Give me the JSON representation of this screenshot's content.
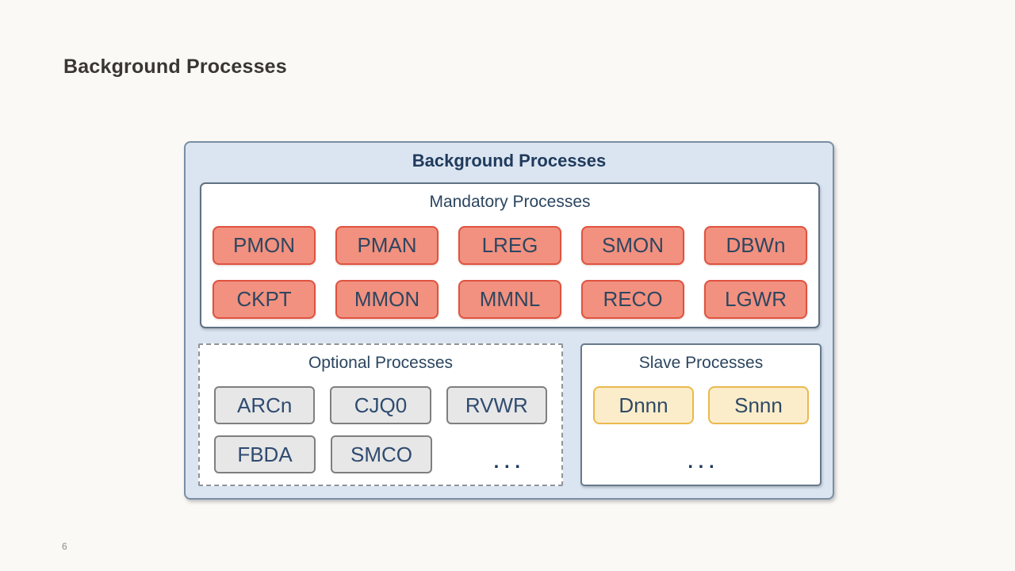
{
  "slide": {
    "title": "Background Processes",
    "page_number": "6"
  },
  "diagram": {
    "title": "Background Processes",
    "mandatory": {
      "title": "Mandatory Processes",
      "row1": [
        "PMON",
        "PMAN",
        "LREG",
        "SMON",
        "DBWn"
      ],
      "row2": [
        "CKPT",
        "MMON",
        "MMNL",
        "RECO",
        "LGWR"
      ]
    },
    "optional": {
      "title": "Optional Processes",
      "row1": [
        "ARCn",
        "CJQ0",
        "RVWR"
      ],
      "row2": [
        "FBDA",
        "SMCO"
      ],
      "ellipsis": ". . ."
    },
    "slave": {
      "title": "Slave Processes",
      "row1": [
        "Dnnn",
        "Snnn"
      ],
      "ellipsis": ". . ."
    },
    "colors": {
      "slide_background": "#fbf9f6",
      "container_bg": "#dbe5f1",
      "container_border": "#7a8ea4",
      "panel_border": "#5f7183",
      "optional_panel_border": "#8f9399",
      "slave_panel_border": "#67798c",
      "mandatory_box_bg": "#f2917f",
      "mandatory_box_border": "#df5340",
      "optional_box_bg": "#e7e7e7",
      "optional_box_border": "#7f7f7f",
      "slave_box_bg": "#fcedca",
      "slave_box_border": "#eab94e",
      "heading_text": "#1f3a5c",
      "box_text": "#2d4a68",
      "slide_title_text": "#3a3633",
      "page_number_text": "#8f8c89"
    }
  }
}
